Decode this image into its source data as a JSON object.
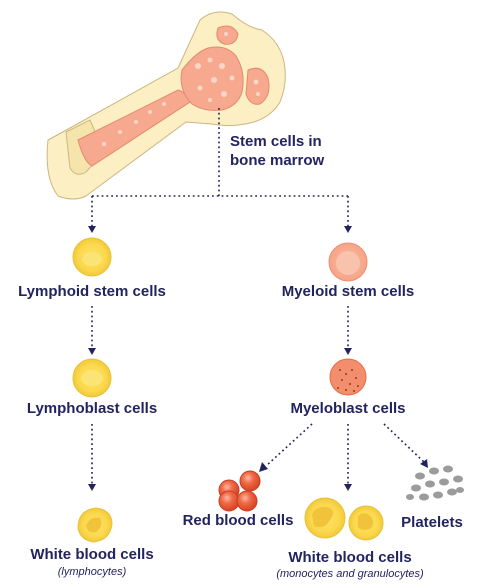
{
  "labels": {
    "stem_cells_line1": "Stem cells in",
    "stem_cells_line2": "bone marrow",
    "lymphoid_stem": "Lymphoid stem cells",
    "myeloid_stem": "Myeloid stem cells",
    "lymphoblast": "Lymphoblast cells",
    "myeloblast": "Myeloblast cells",
    "red_blood": "Red blood cells",
    "platelets": "Platelets",
    "wbc_left": "White blood cells",
    "wbc_left_sub": "(lymphocytes)",
    "wbc_right": "White blood cells",
    "wbc_right_sub": "(monocytes and granulocytes)"
  },
  "colors": {
    "text": "#23235f",
    "bone": "#fbeec0",
    "marrow": "#f6a98e",
    "lymph_cell": "#fbd94f",
    "myeloid_cell": "#f8b39b",
    "red_cell": "#ee5b3c",
    "platelet": "#9b9b9b"
  }
}
